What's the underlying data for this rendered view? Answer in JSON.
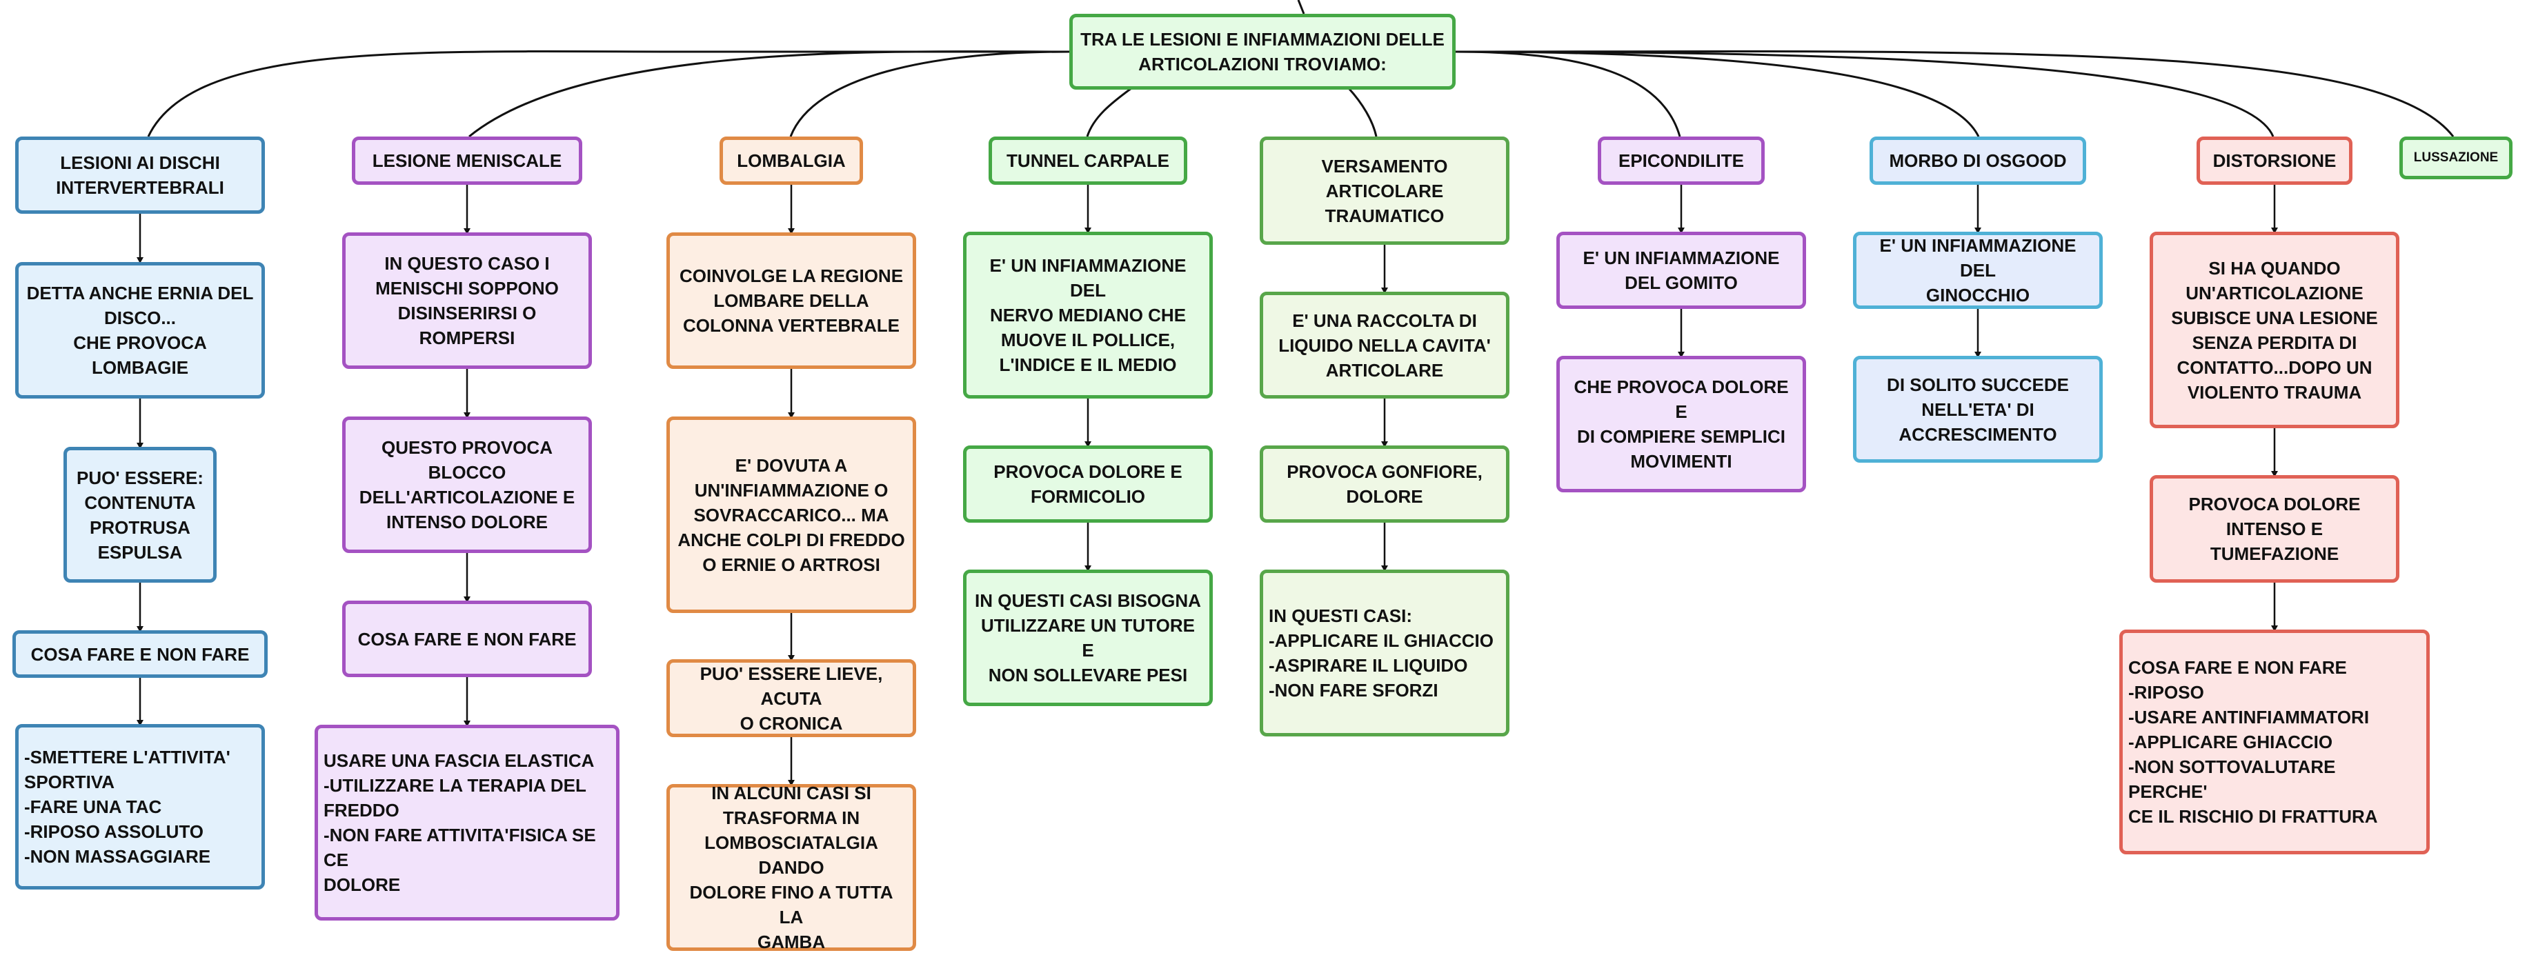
{
  "root": "TRA LE LESIONI E INFIAMMAZIONI DELLE\nARTICOLAZIONI TROVIAMO:",
  "columns": [
    {
      "title": "LESIONI AI DISCHI\nINTERVERTEBRALI",
      "items": [
        "DETTA ANCHE ERNIA DEL\nDISCO...\nCHE PROVOCA LOMBAGIE",
        "PUO' ESSERE:\nCONTENUTA\nPROTRUSA\nESPULSA",
        "COSA FARE E NON FARE",
        "-SMETTERE L'ATTIVITA'\nSPORTIVA\n-FARE UNA TAC\n-RIPOSO ASSOLUTO\n-NON MASSAGGIARE"
      ]
    },
    {
      "title": "LESIONE MENISCALE",
      "items": [
        "IN QUESTO CASO I\nMENISCHI SOPPONO\nDISINSERIRSI O ROMPERSI",
        "QUESTO PROVOCA\nBLOCCO\nDELL'ARTICOLAZIONE E\nINTENSO DOLORE",
        "COSA FARE E NON FARE",
        "USARE UNA FASCIA ELASTICA\n-UTILIZZARE LA TERAPIA DEL\nFREDDO\n-NON FARE ATTIVITA'FISICA SE CE\nDOLORE"
      ]
    },
    {
      "title": "LOMBALGIA",
      "items": [
        "COINVOLGE LA REGIONE\nLOMBARE DELLA\nCOLONNA VERTEBRALE",
        "E' DOVUTA A\nUN'INFIAMMAZIONE O\nSOVRACCARICO... MA\nANCHE COLPI DI FREDDO\nO ERNIE O ARTROSI",
        "PUO' ESSERE LIEVE, ACUTA\nO CRONICA",
        "IN ALCUNI CASI SI\nTRASFORMA IN\nLOMBOSCIATALGIA DANDO\nDOLORE FINO A TUTTA LA\nGAMBA"
      ]
    },
    {
      "title": "TUNNEL CARPALE",
      "items": [
        "E' UN INFIAMMAZIONE DEL\nNERVO MEDIANO CHE\nMUOVE IL POLLICE,\nL'INDICE E IL MEDIO",
        "PROVOCA DOLORE E\nFORMICOLIO",
        "IN QUESTI CASI BISOGNA\nUTILIZZARE UN TUTORE E\nNON SOLLEVARE PESI"
      ]
    },
    {
      "title": "VERSAMENTO ARTICOLARE\nTRAUMATICO",
      "items": [
        "E' UNA RACCOLTA DI\nLIQUIDO NELLA CAVITA'\nARTICOLARE",
        "PROVOCA GONFIORE,\nDOLORE",
        "IN QUESTI CASI:\n-APPLICARE IL GHIACCIO\n-ASPIRARE IL LIQUIDO\n-NON FARE SFORZI"
      ]
    },
    {
      "title": "EPICONDILITE",
      "items": [
        "E' UN INFIAMMAZIONE\nDEL GOMITO",
        "CHE PROVOCA DOLORE E\nDI COMPIERE SEMPLICI\nMOVIMENTI"
      ]
    },
    {
      "title": "MORBO DI OSGOOD",
      "items": [
        "E' UN INFIAMMAZIONE DEL\nGINOCCHIO",
        "DI SOLITO SUCCEDE\nNELL'ETA' DI\nACCRESCIMENTO"
      ]
    },
    {
      "title": "DISTORSIONE",
      "items": [
        "SI HA QUANDO\nUN'ARTICOLAZIONE\nSUBISCE UNA LESIONE\nSENZA PERDITA DI\nCONTATTO...DOPO UN\nVIOLENTO TRAUMA",
        "PROVOCA DOLORE\nINTENSO E TUMEFAZIONE",
        "COSA FARE E NON FARE\n-RIPOSO\n-USARE ANTINFIAMMATORI\n-APPLICARE GHIACCIO\n-NON SOTTOVALUTARE PERCHE'\nCE IL RISCHIO DI FRATTURA"
      ]
    },
    {
      "title": "LUSSAZIONE",
      "items": []
    }
  ],
  "colors": {
    "blue": "#3e84b4",
    "purple": "#a452c2",
    "orange": "#e08a45",
    "green": "#45a845",
    "light_green": "#58a64a",
    "cyan": "#4fb1d6",
    "red": "#e06155",
    "connector": "#111111"
  }
}
